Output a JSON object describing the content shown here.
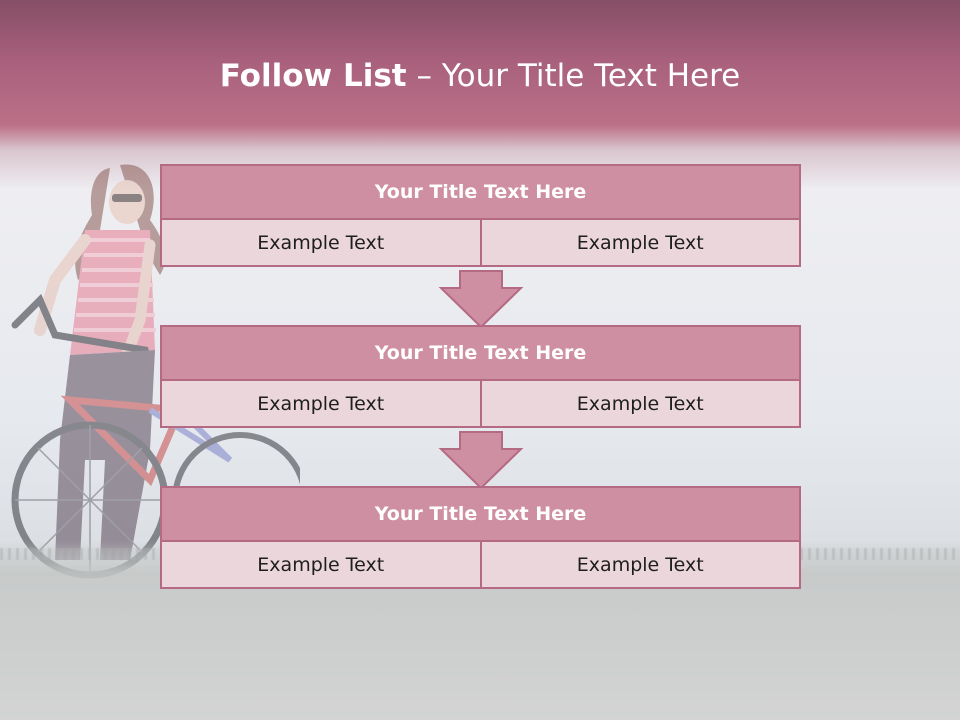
{
  "slide": {
    "title_bold": "Follow List",
    "title_rest": " – Your Title Text Here"
  },
  "blocks": [
    {
      "title": "Your Title Text Here",
      "left": "Example Text",
      "right": "Example Text"
    },
    {
      "title": "Your Title Text Here",
      "left": "Example Text",
      "right": "Example Text"
    },
    {
      "title": "Your Title Text Here",
      "left": "Example Text",
      "right": "Example Text"
    }
  ],
  "colors": {
    "header_fill": "#cf8fa2",
    "cell_fill": "#ebd6dc",
    "border": "#b56a83",
    "title_band": "#bb7087"
  },
  "icons": {
    "arrow": "down-arrow-icon"
  }
}
